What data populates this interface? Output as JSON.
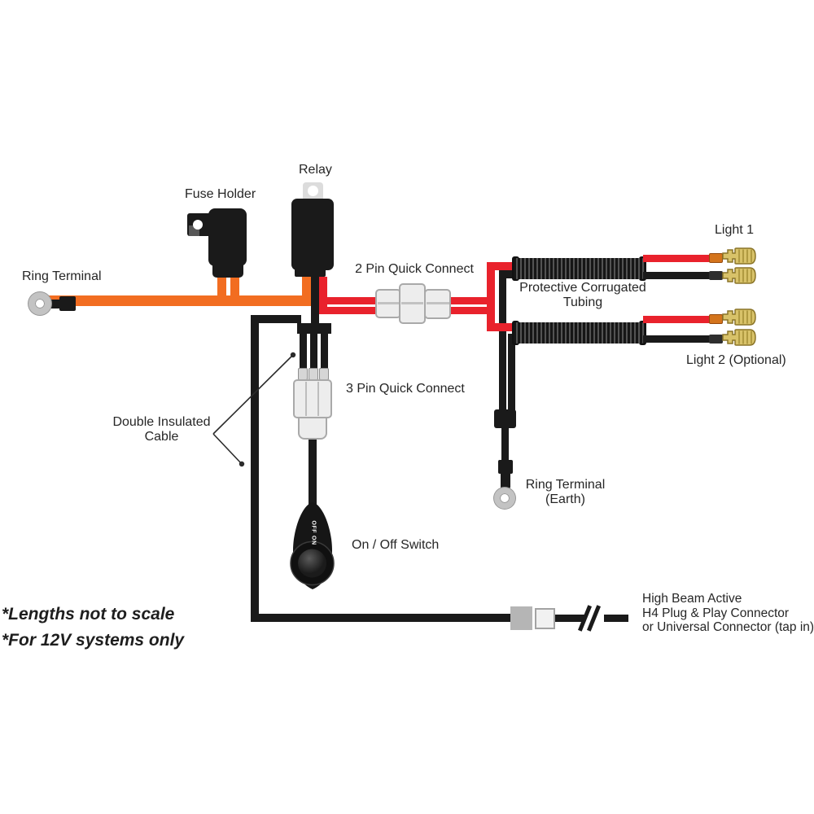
{
  "labels": {
    "ring_terminal": "Ring Terminal",
    "fuse_holder": "Fuse Holder",
    "relay": "Relay",
    "two_pin_quick_connect": "2 Pin Quick Connect",
    "three_pin_quick_connect": "3 Pin Quick Connect",
    "double_insulated_cable": [
      "Double Insulated",
      "Cable"
    ],
    "protective_tubing": [
      "Protective Corrugated",
      "Tubing"
    ],
    "light_1": "Light 1",
    "light_2": "Light 2 (Optional)",
    "ring_terminal_earth": [
      "Ring Terminal",
      "(Earth)"
    ],
    "on_off_switch": "On / Off Switch",
    "switch_positions": [
      "OFF",
      "ON"
    ],
    "high_beam": [
      "High Beam Active",
      "H4 Plug & Play Connector",
      "or Universal Connector (tap in)"
    ]
  },
  "notes": [
    "*Lengths not to scale",
    "*For 12V systems only"
  ],
  "colors": {
    "power_wire_orange": "#F26D21",
    "output_wire_red": "#E9222C",
    "ground_wire_black": "#1A1A1A",
    "connector_gray": "#EDEDED",
    "terminal_gold": "#D8C269"
  }
}
